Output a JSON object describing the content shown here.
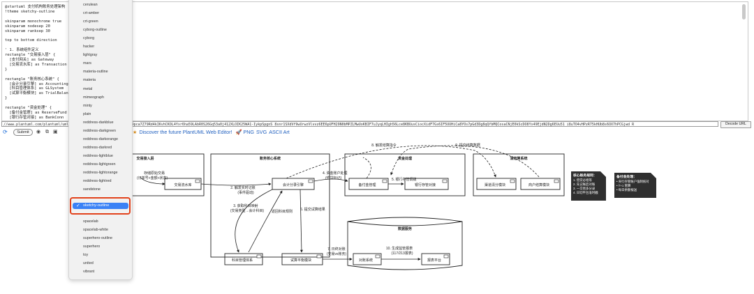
{
  "editor": {
    "code_lines": [
      "@startuml 支付机构账务处理架构",
      "!theme sketchy-outline",
      "",
      "skinparam monochrome true",
      "skinparam nodesep 20",
      "skinparam ranksep 30",
      "",
      "top to bottom direction",
      "",
      "' 1. 系统组件定义",
      "rectangle \"交易接入层\" {",
      "  [支付网关] as Gateway",
      "  [交易流水库] as Transaction",
      "}",
      "",
      "rectangle \"账务核心系统\" {",
      "  [会计分录引擎] as Accounting",
      "  [科目管理体系] as GLSystem",
      "  [试算平衡模块] as TrialBalan",
      "}",
      "",
      "rectangle \"资金处理\" {",
      "  [备付金管理] as ReserveFund",
      "  [银行存管对接] as BankConn"
    ]
  },
  "url_bar": {
    "value": "//www.plantuml.com/plantuml/uml/hLNDQjj04Bxx5IOY-GosbX9pCaS1I9pca7Z79Rd4kIKvhCKOL4Yxr6ha59LAbR0S26Gq53a0j412XLOIK25WA1-IykpSpgnS_8snr1SXdVf9wUrwzVlvvz6EE6pUFH29N0bMPZLMwUoKBIF7uJyqLHIgh56Lce8KBUusCiocXidF7Gs6IF5UUHiCa8YOs7pGd3Dg8qQfbMQCosaCNjE0kScDO8Yx49EjdN2Dg6EUu51_i8uTO4vHPzR75kHUb8s6OX7hPCGjwd_R",
    "decode_label": "Decode URL"
  },
  "controls": {
    "submit_label": "Submit",
    "promo_text": "Discover the future PlantUML Web Editor!",
    "link_png": "PNG",
    "link_svg": "SVG",
    "link_ascii": "ASCII Art"
  },
  "theme_menu": {
    "items_top": [
      "cerulean",
      "crt-amber",
      "crt-green",
      "cyborg-outline",
      "cyborg",
      "hacker",
      "lightgray",
      "mars",
      "materia-outline",
      "materia",
      "metal",
      "mimeograph",
      "minty",
      "plain",
      "reddress-darkblue",
      "reddress-darkgreen",
      "reddress-darkorange",
      "reddress-darkred",
      "reddress-lightblue",
      "reddress-lightgreen",
      "reddress-lightorange",
      "reddress-lightred",
      "sandstone"
    ],
    "selected": "sketchy-outline",
    "items_bottom": [
      "spacelab",
      "spacelab-white",
      "superhero-outline",
      "superhero",
      "toy",
      "united",
      "vibrant"
    ]
  },
  "diagram": {
    "packages": {
      "access": "交易接入层",
      "core": "账务核心系统",
      "funds": "资金处理",
      "clearing": "清结算系统",
      "data": "数据服务"
    },
    "nodes": {
      "transaction": "交易流水库",
      "accounting": "会计分录引擎",
      "reserve": "备付金管理",
      "bank": "银行存管对接",
      "channel": "渠道清分模块",
      "merchant": "商户结算模块",
      "glsystem": "科目管理体系",
      "trial": "试算平衡模块",
      "recon": "对账系统",
      "report": "报表平台"
    },
    "edges": {
      "e1a": "存储原始交易",
      "e1b": "(订单号+金额+状态)",
      "e2a": "2. 触发实时记账",
      "e2b": "(事件驱动)",
      "e3a": "3. 获取科目映射",
      "e3b": "(交易类型→会计科目)",
      "e3r": "返回科目规则",
      "e4a": "4. 资金账户处理",
      "e4b": "(借贷标记)",
      "e5": "5. 银行存管调拨",
      "e6": "6. 提交试算结果",
      "e7a": "7. 日终对账",
      "e7b": "(交易vs账务)",
      "e8": "8. 触发结算指令",
      "e9": "9. 提交结算数据",
      "e10a": "10. 生成监管报表",
      "e10b": "(117/213报表)"
    },
    "notes": {
      "core_title": "核心账务规则：",
      "core_lines": [
        "1. 借贷必相等",
        "2. 先记账后对账",
        "3. 一交易多分录",
        "4. 日切平台准时戳"
      ],
      "reserve_title": "备付金处理：",
      "reserve_lines": [
        "• 央行存管账户强制核对",
        "• T+1 管算",
        "• 每日余额报送"
      ]
    }
  }
}
